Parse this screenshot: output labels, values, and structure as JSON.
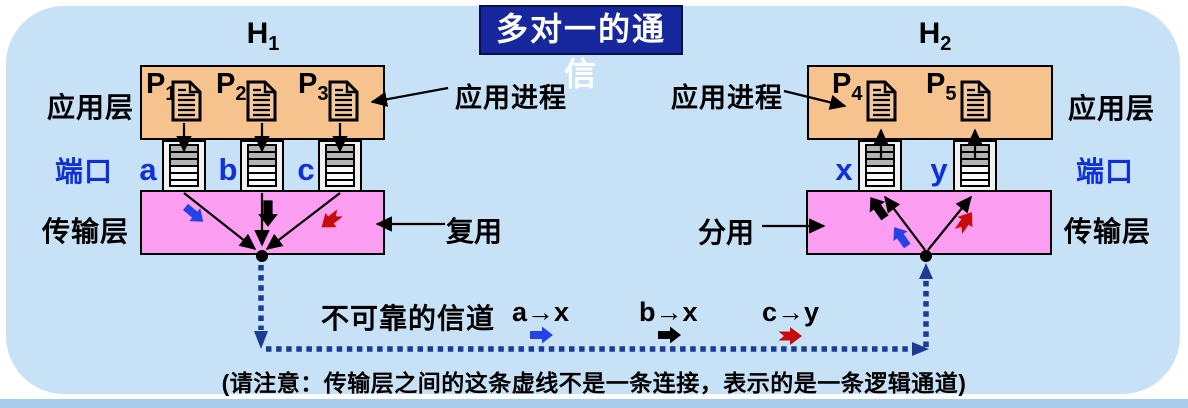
{
  "title": "多对一的通信",
  "hosts": {
    "h1": {
      "base": "H",
      "sub": "1"
    },
    "h2": {
      "base": "H",
      "sub": "2"
    }
  },
  "layer_labels": {
    "left": {
      "application": "应用层",
      "port": "端口",
      "transport": "传输层"
    },
    "right": {
      "application": "应用层",
      "port": "端口",
      "transport": "传输层"
    }
  },
  "annotations": {
    "app_process_left": "应用进程",
    "app_process_right": "应用进程",
    "multiplexing": "复用",
    "demultiplexing": "分用",
    "unreliable_channel": "不可靠的信道",
    "note": "(请注意：传输层之间的这条虚线不是一条连接，表示的是一条逻辑通道)"
  },
  "processes": {
    "left": [
      {
        "base": "P",
        "sub": "1"
      },
      {
        "base": "P",
        "sub": "2"
      },
      {
        "base": "P",
        "sub": "3"
      }
    ],
    "right": [
      {
        "base": "P",
        "sub": "4"
      },
      {
        "base": "P",
        "sub": "5"
      }
    ]
  },
  "port_labels": {
    "left": [
      "a",
      "b",
      "c"
    ],
    "right": [
      "x",
      "y"
    ]
  },
  "mappings": [
    {
      "label": "a→x",
      "arrow_color": "#2342E8"
    },
    {
      "label": "b→x",
      "arrow_color": "#000000"
    },
    {
      "label": "c→y",
      "arrow_color": "#C90A0A"
    }
  ],
  "colors": {
    "panel_background": "#C7E1F6",
    "bottom_strip": "#A9CCEA",
    "title_background": "#17289E",
    "title_text": "#FFFFFF",
    "application_layer_fill": "#F6C28E",
    "transport_layer_fill": "#FB9DF0",
    "port_label_blue": "#1031D8",
    "logical_channel_navy": "#1C3B94",
    "marker_blue": "#2342E8",
    "marker_red": "#C90A0A",
    "outline_black": "#000000"
  }
}
